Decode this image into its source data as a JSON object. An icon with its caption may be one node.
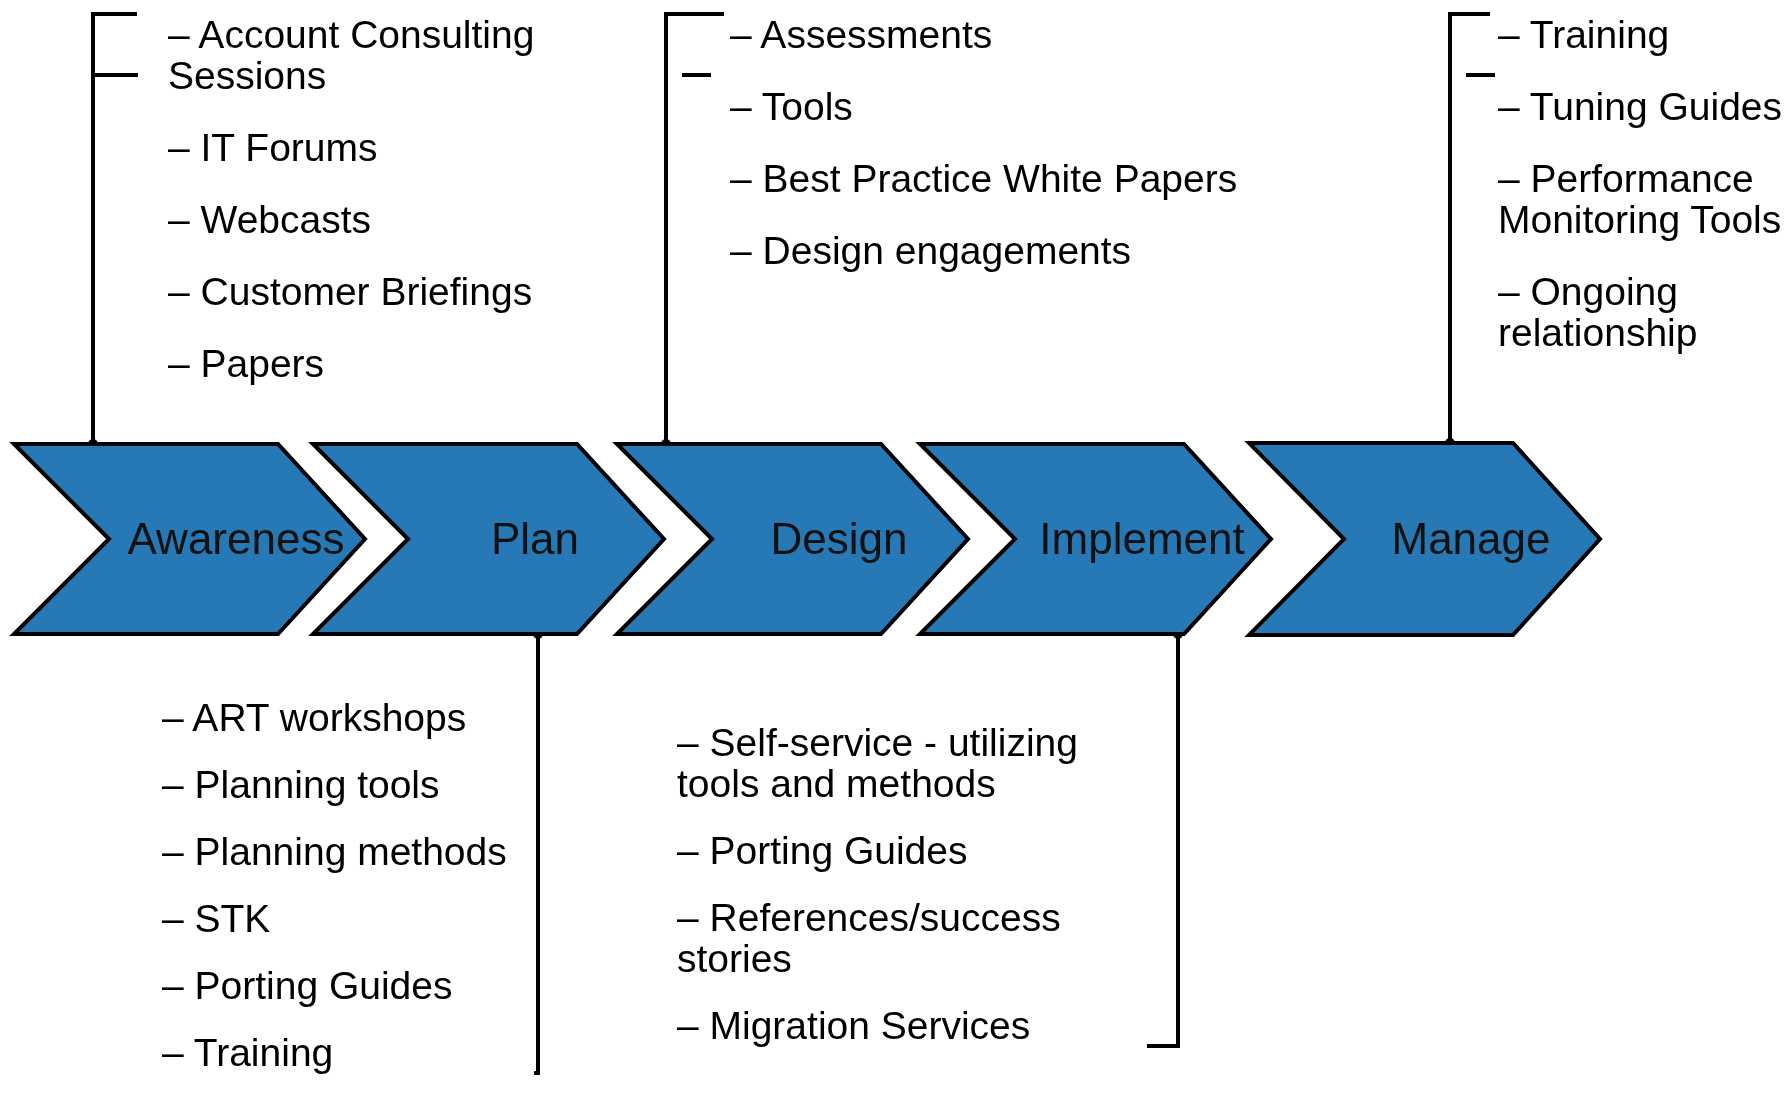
{
  "diagram": {
    "nodes": [
      {
        "text": [
          "Awareness"
        ]
      },
      {
        "text": [
          "Plan"
        ]
      },
      {
        "text": [
          "Design"
        ]
      },
      {
        "text": [
          "Implement"
        ]
      },
      {
        "text": [
          "Manage"
        ]
      },
      {
        "text": [
          "– Account Consulting Sessions",
          "– IT Forums",
          "– Webcasts",
          "– Customer Briefings",
          "– Papers"
        ]
      },
      {
        "text": [
          "– ART workshops",
          "– Planning tools",
          "– Planning methods",
          "– STK",
          "– Porting Guides",
          "– Training"
        ]
      },
      {
        "text": [
          "– Assessments",
          "– Tools",
          "– Best Practice White Papers",
          "– Design engagements"
        ]
      },
      {
        "text": [
          "– Self-service - utilizing tools and methods",
          "– Porting Guides",
          "– References/success stories",
          "– Migration Services"
        ]
      },
      {
        "text": [
          "– Training",
          "– Tuning Guides",
          "– Performance Monitoring Tools",
          "– Ongoing relationship"
        ]
      }
    ],
    "edges": [
      {
        "from": 5,
        "to": 0,
        "arrow": "other"
      },
      {
        "from": 6,
        "to": 1,
        "arrow": "other"
      },
      {
        "from": 7,
        "to": 2,
        "arrow": "other"
      },
      {
        "from": 8,
        "to": 3,
        "arrow": "other"
      },
      {
        "from": 9,
        "to": 4,
        "arrow": "other"
      }
    ]
  }
}
